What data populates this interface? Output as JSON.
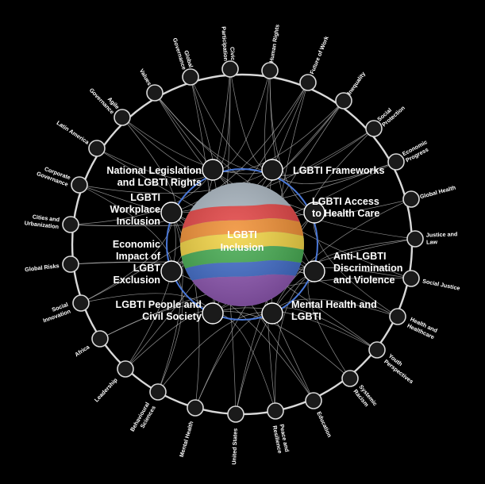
{
  "center": {
    "title_line1": "LGBTI",
    "title_line2": "Inclusion"
  },
  "inner_nodes": [
    {
      "name": "national-legislation",
      "lines": [
        "National Legislation",
        "and LGBTI Rights"
      ]
    },
    {
      "name": "lgbti-frameworks",
      "lines": [
        "LGBTI Frameworks"
      ]
    },
    {
      "name": "lgbti-workplace-inclusion",
      "lines": [
        "LGBTI",
        "Workplace",
        "Inclusion"
      ]
    },
    {
      "name": "lgbti-access-health-care",
      "lines": [
        "LGBTI Access",
        "to Health Care"
      ]
    },
    {
      "name": "economic-impact-lgbt-exclusion",
      "lines": [
        "Economic",
        "Impact of",
        "LGBT",
        "Exclusion"
      ]
    },
    {
      "name": "anti-lgbti-discrimination",
      "lines": [
        "Anti-LGBTI",
        "Discrimination",
        "and Violence"
      ]
    },
    {
      "name": "lgbti-people-civil-society",
      "lines": [
        "LGBTI People and",
        "Civil Society"
      ]
    },
    {
      "name": "mental-health-lgbti",
      "lines": [
        "Mental Health and",
        "LGBTI"
      ]
    }
  ],
  "outer_nodes": [
    {
      "name": "civic-participation",
      "lines": [
        "Civic",
        "Participation"
      ]
    },
    {
      "name": "human-rights",
      "lines": [
        "Human Rights"
      ]
    },
    {
      "name": "future-of-work",
      "lines": [
        "Future of Work"
      ]
    },
    {
      "name": "inequality",
      "lines": [
        "Inequality"
      ]
    },
    {
      "name": "social-protection",
      "lines": [
        "Social",
        "Protection"
      ]
    },
    {
      "name": "economic-progress",
      "lines": [
        "Economic",
        "Progress"
      ]
    },
    {
      "name": "global-health",
      "lines": [
        "Global Health"
      ]
    },
    {
      "name": "justice-and-law",
      "lines": [
        "Justice and",
        "Law"
      ]
    },
    {
      "name": "social-justice",
      "lines": [
        "Social Justice"
      ]
    },
    {
      "name": "health-and-healthcare",
      "lines": [
        "Health and",
        "Healthcare"
      ]
    },
    {
      "name": "youth-perspectives",
      "lines": [
        "Youth",
        "Perspectives"
      ]
    },
    {
      "name": "systemic-racism",
      "lines": [
        "Systemic",
        "Racism"
      ]
    },
    {
      "name": "education",
      "lines": [
        "Education"
      ]
    },
    {
      "name": "peace-and-resilience",
      "lines": [
        "Peace and",
        "Resilience"
      ]
    },
    {
      "name": "united-states",
      "lines": [
        "United States"
      ]
    },
    {
      "name": "mental-health",
      "lines": [
        "Mental Health"
      ]
    },
    {
      "name": "behavioural-sciences",
      "lines": [
        "Behavioural",
        "Sciences"
      ]
    },
    {
      "name": "leadership",
      "lines": [
        "Leadership"
      ]
    },
    {
      "name": "africa",
      "lines": [
        "Africa"
      ]
    },
    {
      "name": "social-innovation",
      "lines": [
        "Social",
        "Innovation"
      ]
    },
    {
      "name": "global-risks",
      "lines": [
        "Global Risks"
      ]
    },
    {
      "name": "cities-and-urbanization",
      "lines": [
        "Cities and",
        "Urbanization"
      ]
    },
    {
      "name": "corporate-governance",
      "lines": [
        "Corporate",
        "Governance"
      ]
    },
    {
      "name": "latin-america",
      "lines": [
        "Latin America"
      ]
    },
    {
      "name": "agile-governance",
      "lines": [
        "Agile",
        "Governance"
      ]
    },
    {
      "name": "values",
      "lines": [
        "Values"
      ]
    },
    {
      "name": "global-governance",
      "lines": [
        "Global",
        "Governance"
      ]
    }
  ],
  "colors": {
    "background": "#000000",
    "node_fill": "#1a1a1a",
    "ring": "#d9d9d9",
    "blue_ring": "#4a78d8",
    "connector": "#bfbfbf"
  }
}
